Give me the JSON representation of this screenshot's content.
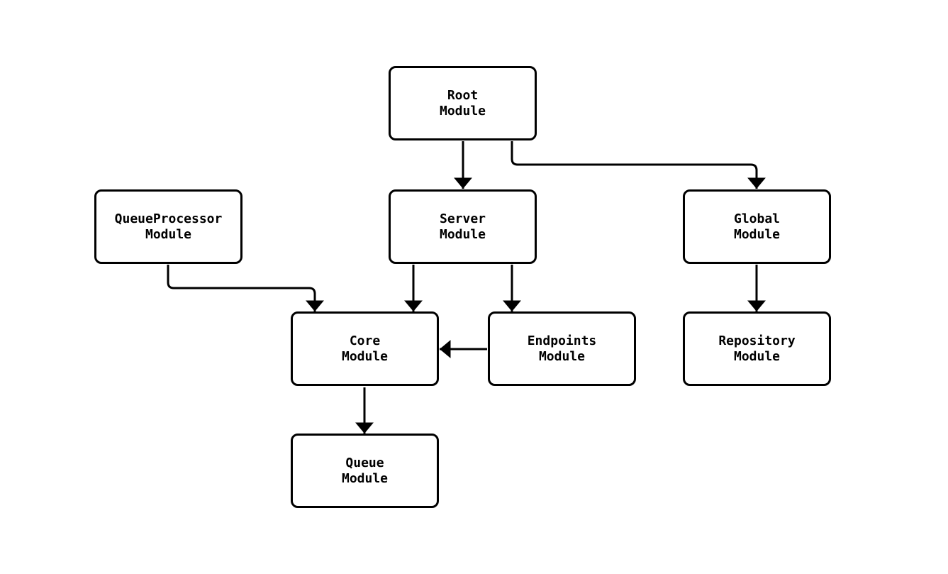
{
  "diagram": {
    "type": "flowchart",
    "colors": {
      "background": "#ffffff",
      "node_fill": "#ffffff",
      "node_border": "#000000",
      "edge": "#000000",
      "text": "#000000"
    },
    "nodes": [
      {
        "id": "root",
        "label": "Root\nModule"
      },
      {
        "id": "queueprocessor",
        "label": "QueueProcessor\nModule"
      },
      {
        "id": "server",
        "label": "Server\nModule"
      },
      {
        "id": "global",
        "label": "Global\nModule"
      },
      {
        "id": "core",
        "label": "Core\nModule"
      },
      {
        "id": "endpoints",
        "label": "Endpoints\nModule"
      },
      {
        "id": "repository",
        "label": "Repository\nModule"
      },
      {
        "id": "queue",
        "label": "Queue\nModule"
      }
    ],
    "edges": [
      {
        "from": "Root Module",
        "to": "Server Module"
      },
      {
        "from": "Root Module",
        "to": "Global Module"
      },
      {
        "from": "QueueProcessor Module",
        "to": "Core Module"
      },
      {
        "from": "Server Module",
        "to": "Core Module"
      },
      {
        "from": "Server Module",
        "to": "Endpoints Module"
      },
      {
        "from": "Endpoints Module",
        "to": "Core Module"
      },
      {
        "from": "Core Module",
        "to": "Queue Module"
      },
      {
        "from": "Global Module",
        "to": "Repository Module"
      }
    ]
  }
}
